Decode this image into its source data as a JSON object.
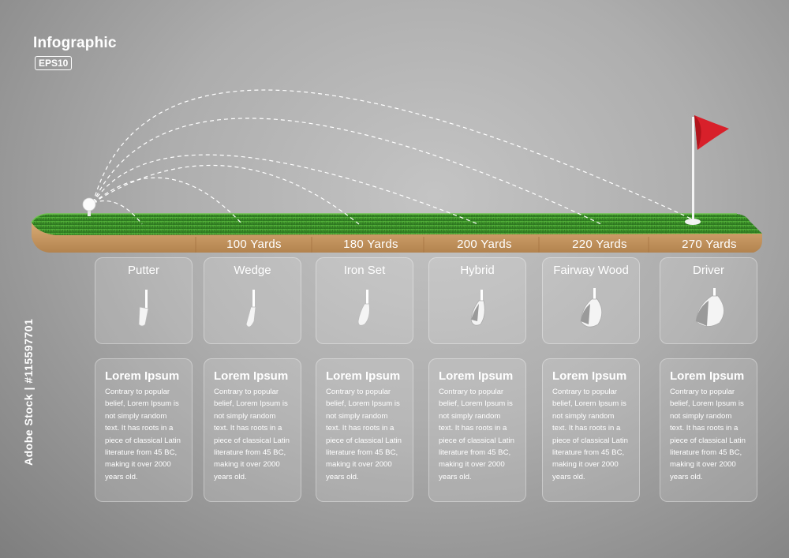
{
  "header": {
    "title": "Infographic",
    "badge": "EPS10"
  },
  "distances": [
    "100 Yards",
    "180 Yards",
    "200 Yards",
    "220 Yards",
    "270 Yards"
  ],
  "clubs": [
    {
      "name": "Putter",
      "icon": "putter-icon"
    },
    {
      "name": "Wedge",
      "icon": "wedge-icon"
    },
    {
      "name": "Iron Set",
      "icon": "iron-icon"
    },
    {
      "name": "Hybrid",
      "icon": "hybrid-icon"
    },
    {
      "name": "Fairway Wood",
      "icon": "fairway-wood-icon"
    },
    {
      "name": "Driver",
      "icon": "driver-icon"
    }
  ],
  "descriptions": [
    {
      "title": "Lorem Ipsum",
      "lines": [
        "Contrary to popular",
        "belief, Lorem Ipsum is",
        "not simply random",
        "text. It has roots in a",
        "piece of classical Latin",
        "literature from 45 BC,",
        "making it over 2000",
        "years old."
      ]
    },
    {
      "title": "Lorem Ipsum",
      "lines": [
        "Contrary to popular",
        "belief, Lorem Ipsum is",
        "not simply random",
        "text. It has roots in a",
        "piece of classical Latin",
        "literature from 45 BC,",
        "making it over 2000",
        "years old."
      ]
    },
    {
      "title": "Lorem Ipsum",
      "lines": [
        "Contrary to popular",
        "belief, Lorem Ipsum is",
        "not simply random",
        "text. It has roots in a",
        "piece of classical Latin",
        "literature from 45 BC,",
        "making it over 2000",
        "years old."
      ]
    },
    {
      "title": "Lorem Ipsum",
      "lines": [
        "Contrary to popular",
        "belief, Lorem Ipsum is",
        "not simply random",
        "text. It has roots in a",
        "piece of classical Latin",
        "literature from 45 BC,",
        "making it over 2000",
        "years old."
      ]
    },
    {
      "title": "Lorem Ipsum",
      "lines": [
        "Contrary to popular",
        "belief, Lorem Ipsum is",
        "not simply random",
        "text. It has roots in a",
        "piece of classical Latin",
        "literature from 45 BC,",
        "making it over 2000",
        "years old."
      ]
    },
    {
      "title": "Lorem Ipsum",
      "lines": [
        "Contrary to popular",
        "belief, Lorem Ipsum is",
        "not simply random",
        "text. It has roots in a",
        "piece of classical Latin",
        "literature from 45 BC,",
        "making it over 2000",
        "years old."
      ]
    }
  ],
  "watermark": {
    "stock_id": "Adobe Stock | #115597701",
    "brand": "Adobe Stock"
  },
  "colors": {
    "grass": "#3e9a2e",
    "soil": "#c99a63",
    "flag": "#d8202a",
    "text": "#ffffff"
  }
}
